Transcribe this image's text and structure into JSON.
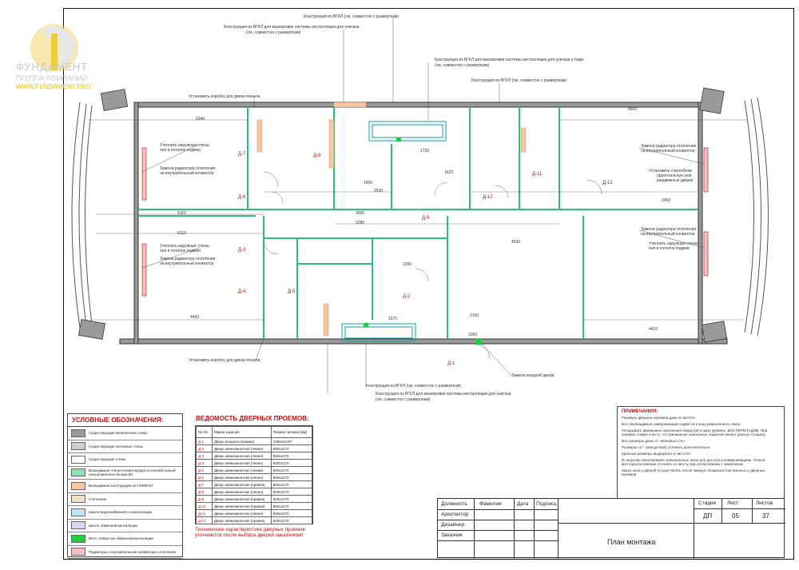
{
  "logo": {
    "name": "ФУНДАМЕНТ",
    "subtitle": "ГРУППА КОМПАНИЙ",
    "site": "WWW.FUNDAMENT.PRO"
  },
  "colors": {
    "accent": "#c21010",
    "partition": "#2ec07a",
    "logo_gold": "#f0c000"
  },
  "callouts": {
    "c1": "Конструкция из ВГКЛ (см. совместно с разверткам)",
    "c2": "Конструкция из ВГКЛ для маскировки системы инсталляции для унитаза",
    "c2b": "(см. совместно с разверткам)",
    "c3": "Конструкция из ВГКЛ для маскировки системы инсталляции для унитаза и биде",
    "c3b": "(см. совместно с разверткам)",
    "c4": "Конструкция из ВГКЛ (см. совместно с разверткам)",
    "c5": "Установить коробку для двери-пенала",
    "c6": "Установить коробку для двери-пенала",
    "c7a": "Утеплить наружные стены,",
    "c7b": "пол и потолок лоджии",
    "c8a": "Замена радиатора отопления",
    "c8b": "на внутрипольный конвектор",
    "c9a": "Утеплить наружные стены,",
    "c9b": "пол и потолок лоджии",
    "c10a": "Замена радиатора отопления",
    "c10b": "на внутрипольный конвектор",
    "c11a": "Замена радиатора отопления",
    "c11b": "на внутрипольный конвектор",
    "c12a": "Установить стеклоблок",
    "c12b": "(фронтальную или",
    "c12c": "раздвижные двери)",
    "c13a": "Замена радиатора отопления",
    "c13b": "на внутрипольный конвектор",
    "c14a": "Утеплить наружные стены,",
    "c14b": "пол и потолок лоджии",
    "c15": "Конструкция из ВГКЛ (см. совместно с разверткам)",
    "c16": "Конструкция из ВГКЛ для маскировки системы инсталляции для унитаза",
    "c16b": "(см. совместно с разверткам)",
    "c17": "Замена входной двери"
  },
  "door_tags": [
    "Д-1",
    "Д-2",
    "Д-3",
    "Д-4",
    "Д-5",
    "Д-6",
    "Д-7",
    "Д-8",
    "Д-9",
    "Д-10",
    "Д-11",
    "Д-12"
  ],
  "dims": {
    "d1": "6340",
    "d2": "4900",
    "d3": "6110",
    "d4": "6110",
    "d5": "4460",
    "d6": "4410",
    "d7": "1900",
    "d8": "2930",
    "d9": "3695",
    "d10": "5280",
    "d11": "3450",
    "d12": "2390",
    "d13": "1720",
    "d14": "1620",
    "d15": "1570",
    "d16": "1050",
    "d17": "2100",
    "d18": "4530"
  },
  "legend": {
    "title": "УСЛОВНЫЕ ОБОЗНАЧЕНИЯ:",
    "items": [
      {
        "label": "Существующие монолитные стены",
        "color": "#9a9a9a"
      },
      {
        "label": "Существующие колонные стены",
        "color": "#cfcfcf"
      },
      {
        "label": "Существующие стены",
        "color": "#ffffff"
      },
      {
        "label": "Возводимые стены и перегородки из пенобетонных/газосиликатных блоков 80",
        "color": "#8fe0b8"
      },
      {
        "label": "Возводимые конструкции из ГКЛ/ВГКЛ",
        "color": "#f6c7a0"
      },
      {
        "label": "Утепление",
        "color": "#f2e1c4"
      },
      {
        "label": "Шахта водоснабжения и канализации",
        "color": "#bfe6f5"
      },
      {
        "label": "Шахта обменной вентиляции",
        "color": "#d8d8f0"
      },
      {
        "label": "Вент. отверстие обменной вентиляции",
        "color": "#22cc44"
      },
      {
        "label": "Радиаторы и внутрипольные конвекторы отопления",
        "color": "#f6c0c0"
      }
    ]
  },
  "doors": {
    "title": "ВЕДОМОСТЬ ДВЕРНЫХ ПРОЕМОВ:",
    "headers": [
      "№ п/п",
      "Марка изделия",
      "Размер проема (мм)"
    ],
    "rows": [
      [
        "Д-1",
        "Дверь входная (правая)",
        "1050х2120*"
      ],
      [
        "Д-2",
        "Дверь межкомнатная (левая)",
        "900х2170"
      ],
      [
        "Д-3",
        "Дверь межкомнатная (левая)",
        "900х2170"
      ],
      [
        "Д-4",
        "Дверь межкомнатная (левая)",
        "900х2170"
      ],
      [
        "Д-5",
        "Дверь межкомнатная (левая)",
        "900х2170"
      ],
      [
        "Д-6",
        "Дверь межкомнатная (пенал)",
        "900х2170"
      ],
      [
        "Д-7",
        "Дверь межкомнатная (правая)",
        "900х2170"
      ],
      [
        "Д-8",
        "Дверь межкомнатная (пенал)",
        "900х2170"
      ],
      [
        "Д-9",
        "Дверь межкомнатная (правая)",
        "800х2170"
      ],
      [
        "Д-10",
        "Дверь межкомнатная (правая)",
        "800х2170"
      ],
      [
        "Д-11",
        "Дверь межкомнатная (левая)",
        "900х2170"
      ],
      [
        "Д-12",
        "Дверь межкомнатная (правая)",
        "900х2170"
      ]
    ],
    "footnote": "Технические характеристики дверных проемов уточняются после выбора дверей заказчиком!"
  },
  "notes": {
    "title": "ПРИМЕЧАНИЯ:",
    "items": [
      "Размеры дверных проемов даны в чистоте",
      "Все необходимые коммуникации подвести в зону ревизионного люка",
      "Укладывать финишные напольные покрытия в один уровень, БЕЗ ПЕРЕПАДОВ. При заливке стяжки учесть, что финишные напольные покрытия имеют разную толщину",
      "Все размеры даны от черновых стен",
      "Размеры со * (звездочкой) уточнить дополнительно",
      "Красные размеры выдержать в чистоте!",
      "В санузлах смонтировать ревизионные люки для доступа к коммуникациям. Точное месторасположение уточнить по месту при согласовании с заказчиком",
      "Заказ окон и дверей осуществлять после замера специалистом оконных и дверных проемов"
    ]
  },
  "stamp": {
    "col_role": "Должность",
    "col_name": "Фамилия",
    "col_date": "Дата",
    "col_sign": "Подпись",
    "roles": [
      "Архитектор",
      "Дизайнер",
      "Заказчик"
    ],
    "sheet_title": "План монтажа",
    "stage_label": "Стадия",
    "sheet_label": "Лист",
    "sheets_label": "Листов",
    "stage": "ДП",
    "sheet": "05",
    "sheets": "37"
  }
}
